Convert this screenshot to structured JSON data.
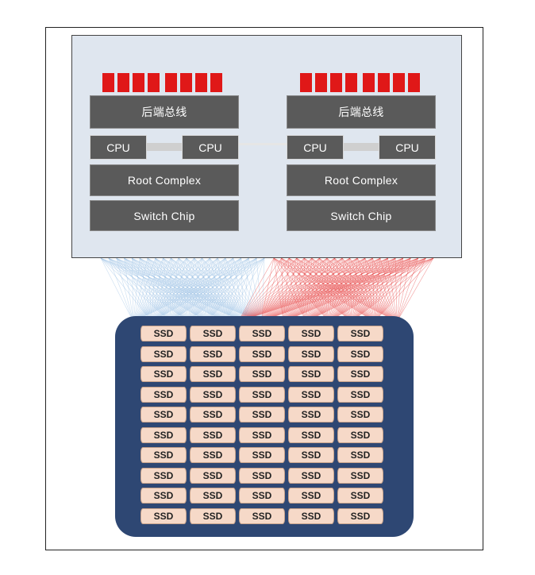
{
  "nodes": [
    {
      "memory_label": "后端总线",
      "cpus": [
        "CPU",
        "CPU"
      ],
      "root_complex": "Root Complex",
      "switch_chip": "Switch Chip"
    },
    {
      "memory_label": "后端总线",
      "cpus": [
        "CPU",
        "CPU"
      ],
      "root_complex": "Root Complex",
      "switch_chip": "Switch Chip"
    }
  ],
  "ssd_label": "SSD",
  "ssd_grid": {
    "rows": 10,
    "cols": 5
  },
  "colors": {
    "pin": "#e01818",
    "block": "#5a5a5a",
    "server_bg": "#dfe6ef",
    "pool_bg": "#2e4773",
    "ssd_fill": "#f6d9c8",
    "wire_left": "#9fc3e6",
    "wire_right": "#e84a4a"
  }
}
